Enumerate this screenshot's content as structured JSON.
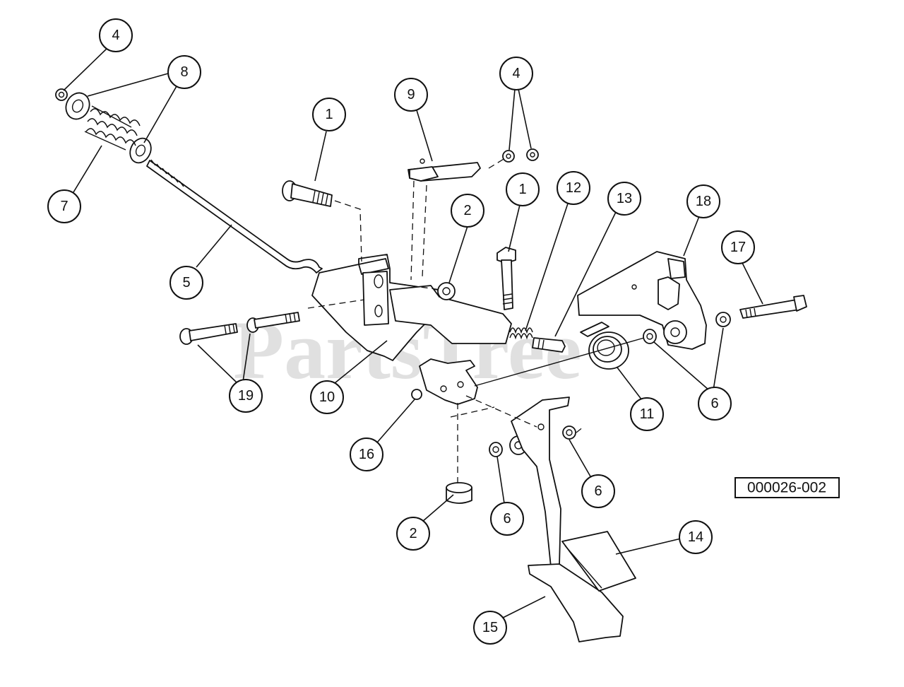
{
  "watermark": "PartsTree",
  "drawing_number": "000026-002",
  "callouts": [
    {
      "id": "c1",
      "label": "4"
    },
    {
      "id": "c2",
      "label": "8"
    },
    {
      "id": "c3",
      "label": "7"
    },
    {
      "id": "c4",
      "label": "1"
    },
    {
      "id": "c5",
      "label": "9"
    },
    {
      "id": "c6",
      "label": "4"
    },
    {
      "id": "c7",
      "label": "5"
    },
    {
      "id": "c8",
      "label": "2"
    },
    {
      "id": "c9",
      "label": "1"
    },
    {
      "id": "c10",
      "label": "12"
    },
    {
      "id": "c11",
      "label": "13"
    },
    {
      "id": "c12",
      "label": "18"
    },
    {
      "id": "c13",
      "label": "17"
    },
    {
      "id": "c14",
      "label": "19"
    },
    {
      "id": "c15",
      "label": "10"
    },
    {
      "id": "c16",
      "label": "11"
    },
    {
      "id": "c17",
      "label": "6"
    },
    {
      "id": "c18",
      "label": "16"
    },
    {
      "id": "c19",
      "label": "6"
    },
    {
      "id": "c20",
      "label": "6"
    },
    {
      "id": "c21",
      "label": "2"
    },
    {
      "id": "c22",
      "label": "14"
    },
    {
      "id": "c23",
      "label": "15"
    }
  ]
}
